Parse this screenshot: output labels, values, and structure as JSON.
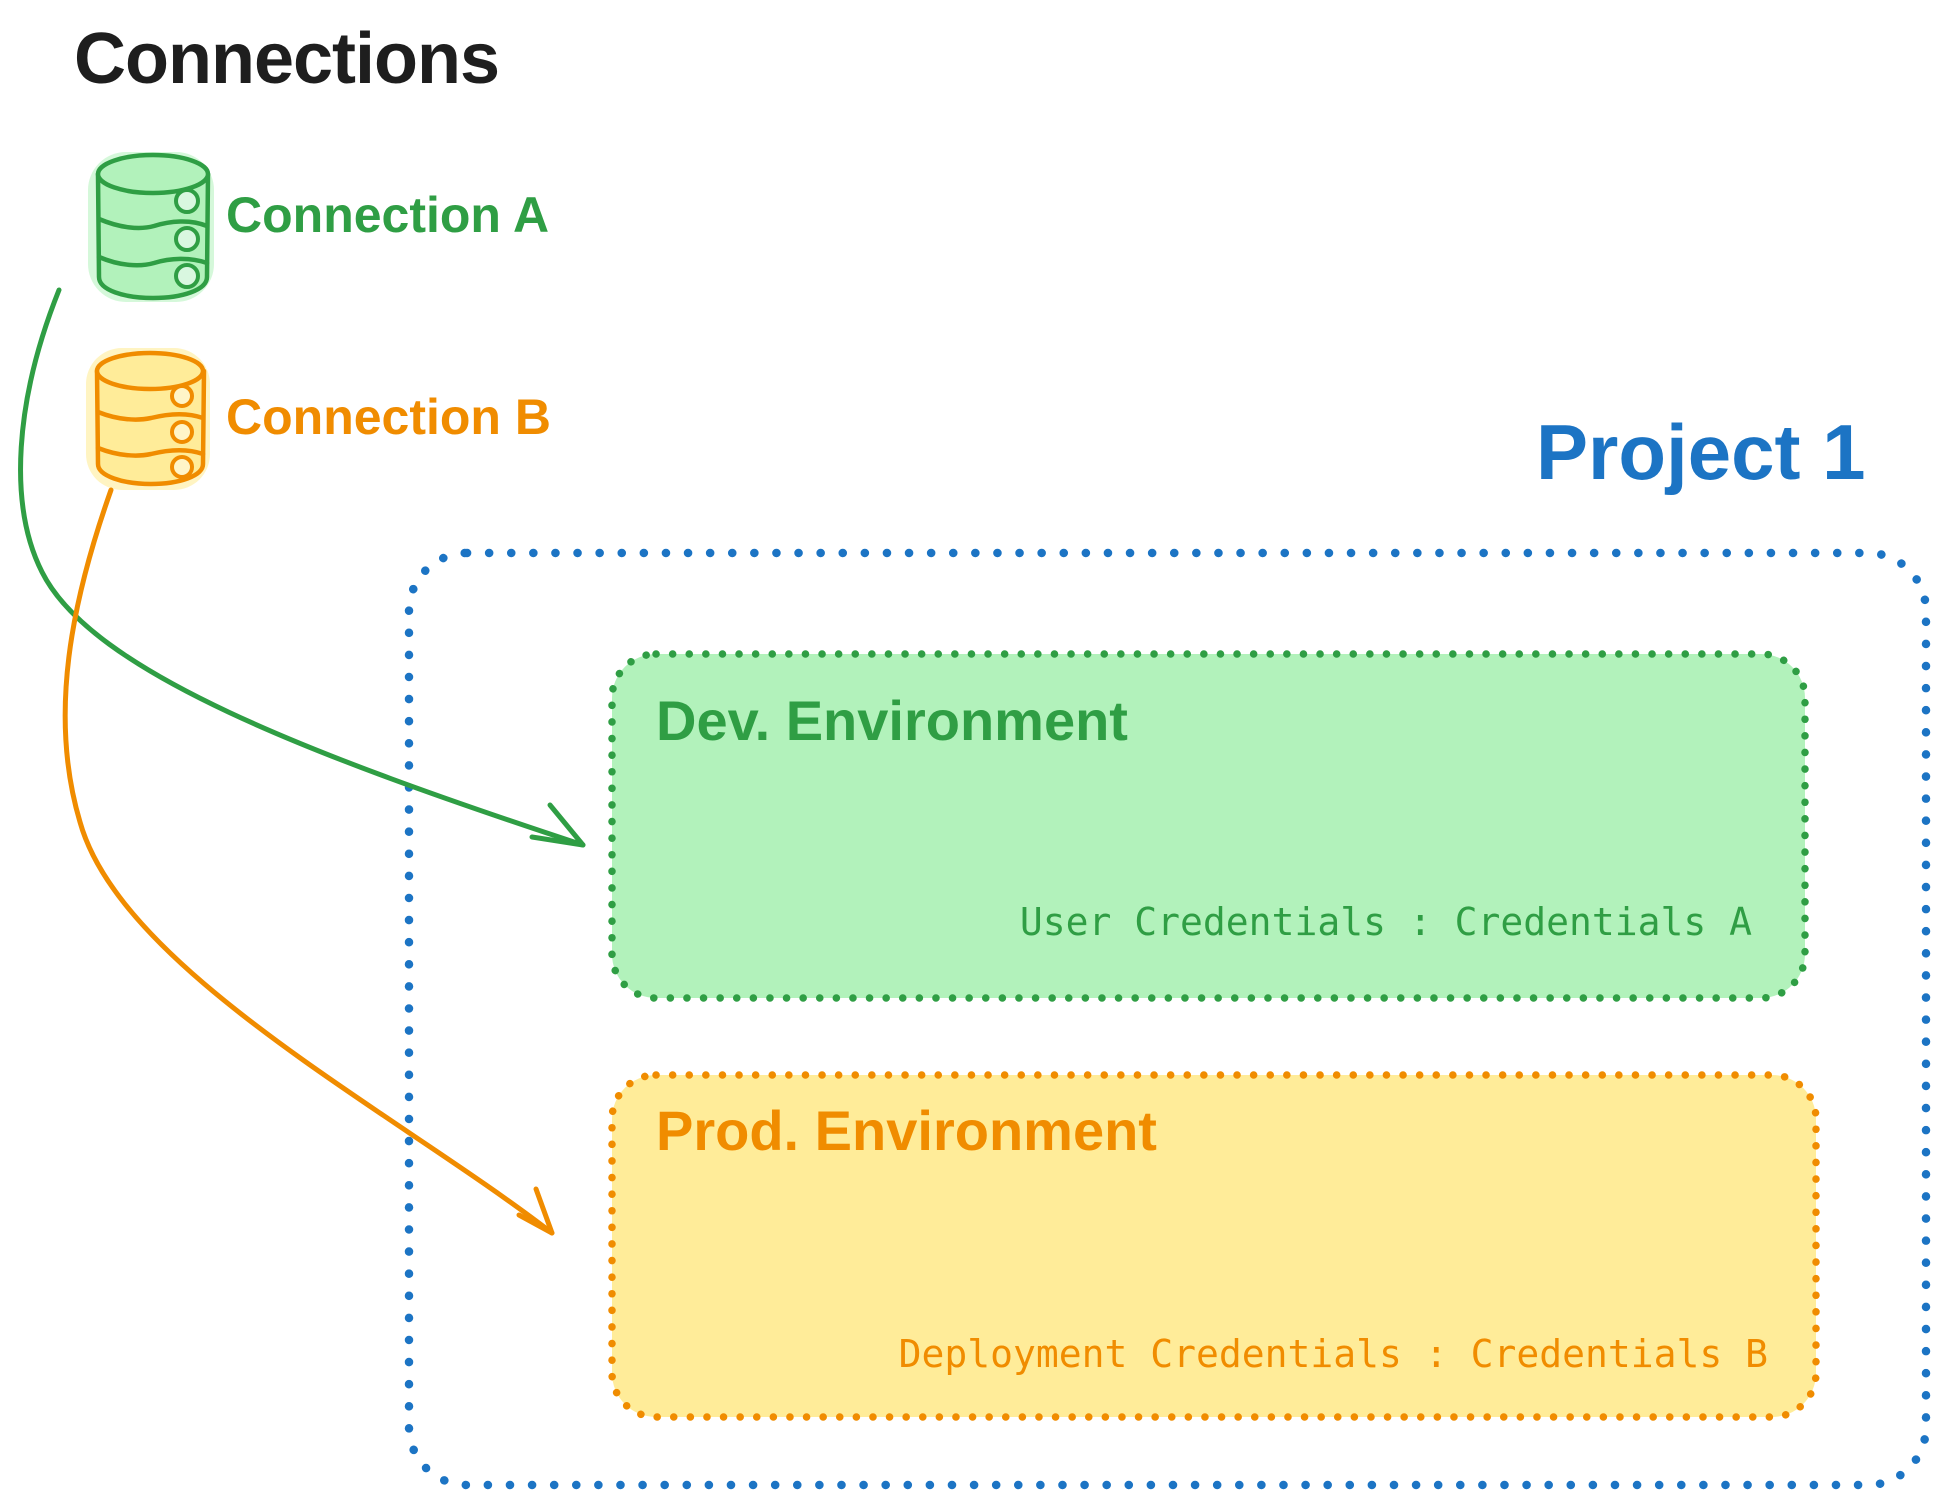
{
  "diagram": {
    "title": "Connections",
    "connections": [
      {
        "id": "connection-a",
        "label": "Connection A",
        "stroke_color": "#2f9e44",
        "fill_color": "#b2f2bb",
        "icon": "database-icon"
      },
      {
        "id": "connection-b",
        "label": "Connection B",
        "stroke_color": "#f08c00",
        "fill_color": "#ffec99",
        "icon": "database-icon"
      }
    ],
    "project": {
      "title": "Project 1",
      "border_color": "#1c74c4",
      "border_style": "dotted",
      "environments": [
        {
          "id": "dev",
          "title": "Dev. Environment",
          "credentials": "User Credentials : Credentials A",
          "stroke_color": "#2f9e44",
          "fill_color": "#b2f2bb",
          "linked_connection": "Connection A"
        },
        {
          "id": "prod",
          "title": "Prod. Environment",
          "credentials": "Deployment Credentials : Credentials B",
          "stroke_color": "#f08c00",
          "fill_color": "#ffec99",
          "linked_connection": "Connection B"
        }
      ]
    },
    "arrows": [
      {
        "id": "arrow-a-to-dev",
        "from": "Connection A",
        "to": "Dev. Environment",
        "color": "#2f9e44"
      },
      {
        "id": "arrow-b-to-prod",
        "from": "Connection B",
        "to": "Prod. Environment",
        "color": "#f08c00"
      }
    ],
    "colors": {
      "ink": "#1e1e1e",
      "blue": "#1c74c4",
      "green": "#2f9e44",
      "green_light": "#b2f2bb",
      "orange": "#f08c00",
      "orange_light": "#ffec99",
      "background": "#ffffff"
    }
  }
}
